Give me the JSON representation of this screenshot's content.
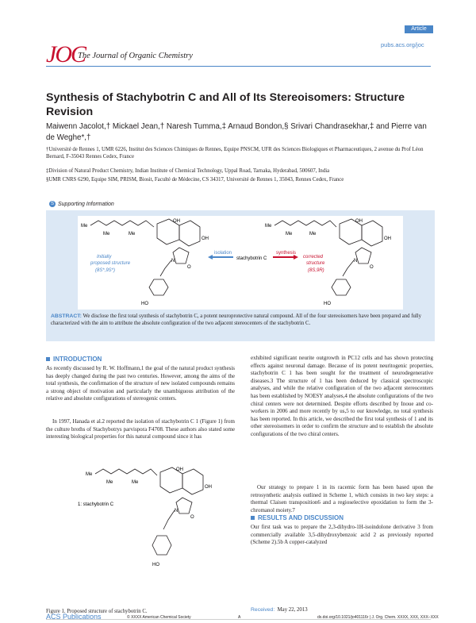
{
  "journal": {
    "logo": "JOC",
    "name": "The Journal of Organic Chemistry",
    "tag": "Article",
    "site": "pubs.acs.org/joc"
  },
  "title": "Synthesis of Stachybotrin C and All of Its Stereoisomers: Structure Revision",
  "authors": "Maiwenn Jacolot,† Mickael Jean,† Naresh Tumma,‡ Arnaud Bondon,§ Srivari Chandrasekhar,‡ and Pierre van de Weghe*,†",
  "affiliations": [
    "†Université de Rennes 1, UMR 6226, Institut des Sciences Chimiques de Rennes, Equipe PNSCM, UFR des Sciences Biologiques et Pharmaceutiques, 2 avenue du Prof Léon Bernard, F-35043 Rennes Cedex, France",
    "‡Division of Natural Product Chemistry, Indian Institute of Chemical Technology, Uppal Road, Tarnaka, Hyderabad, 500607, India",
    "§UMR CNRS 6290, Equipe SIM, PRISM, Biosit, Faculté de Médecine, CS 34317, Université de Rennes 1, 35043, Rennes Cedex, France"
  ],
  "supporting_info": "Supporting Information",
  "toc": {
    "left_label1": "Initially",
    "left_label2": "proposed structure",
    "left_label3": "(8S*,9S*)",
    "isolation": "isolation",
    "center": "stachybotrin C",
    "synthesis": "synthesis",
    "right_label1": "corrected",
    "right_label2": "structure",
    "right_label3": "(8S,9R)",
    "me": "Me",
    "ho": "HO",
    "oh": "OH",
    "o": "O",
    "n": "N"
  },
  "abstract_label": "ABSTRACT:",
  "abstract": "We disclose the first total synthesis of stachybotrin C, a potent neuroprotective natural compound. All of the four stereoisomers have been prepared and fully characterized with the aim to attribute the absolute configuration of the two adjacent stereocenters of the stachybotrin C.",
  "intro_heading": "INTRODUCTION",
  "intro_p1": "As recently discussed by R. W. Hoffmann,1 the goal of the natural product synthesis has deeply changed during the past two centuries. However, among the aims of the total synthesis, the confirmation of the structure of new isolated compounds remains a strong object of motivation and particularly the unambiguous attribution of the relative and absolute configurations of stereogenic centers.",
  "intro_p2": "In 1997, Hanada et al.2 reported the isolation of stachybotrin C 1 (Figure 1) from the culture broths of Stachybotrys parvispora F4708. These authors also stated some interesting biological properties for this natural compound since it has",
  "right_p1": "exhibited significant neurite outgrowth in PC12 cells and has shown protecting effects against neuronal damage. Because of its potent neuritogenic properties, stachybotrin C 1 has been sought for the treatment of neurodegenerative diseases.3 The structure of 1 has been deduced by classical spectroscopic analyses, and while the relative configuration of the two adjacent stereocenters has been established by NOESY analyses,4 the absolute configurations of the two chiral centers were not determined. Despite efforts described by Inoue and co-workers in 2006 and more recently by us,5 to our knowledge, no total synthesis has been reported. In this article, we described the first total synthesis of 1 and its other stereoisomers in order to confirm the structure and to establish the absolute configurations of the two chiral centers.",
  "right_p2": "Our strategy to prepare 1 in its racemic form has been based upon the retrosynthetic analysis outlined in Scheme 1, which consists in two key steps: a thermal Claisen transposition6 and a regioselective epoxidation to form the 3-chromanol moiety.7",
  "results_heading": "RESULTS AND DISCUSSION",
  "results_p1": "Our first task was to prepare the 2,3-dihydro-1H-isoindolone derivative 3 from commercially available 3,5-dihydroxybenzoic acid 2 as previously reported (Scheme 2).5b A copper-catalyzed",
  "fig1_label": "1: stachybotrin C",
  "fig1_caption": "Figure 1. Proposed structure of stachybotrin C.",
  "received_label": "Received:",
  "received_date": "May 22, 2013",
  "acs": "ACS Publications",
  "copyright": "© XXXX American Chemical Society",
  "page": "A",
  "doi": "dx.doi.org/10.1021/jo401116r | J. Org. Chem. XXXX, XXX, XXX−XXX"
}
